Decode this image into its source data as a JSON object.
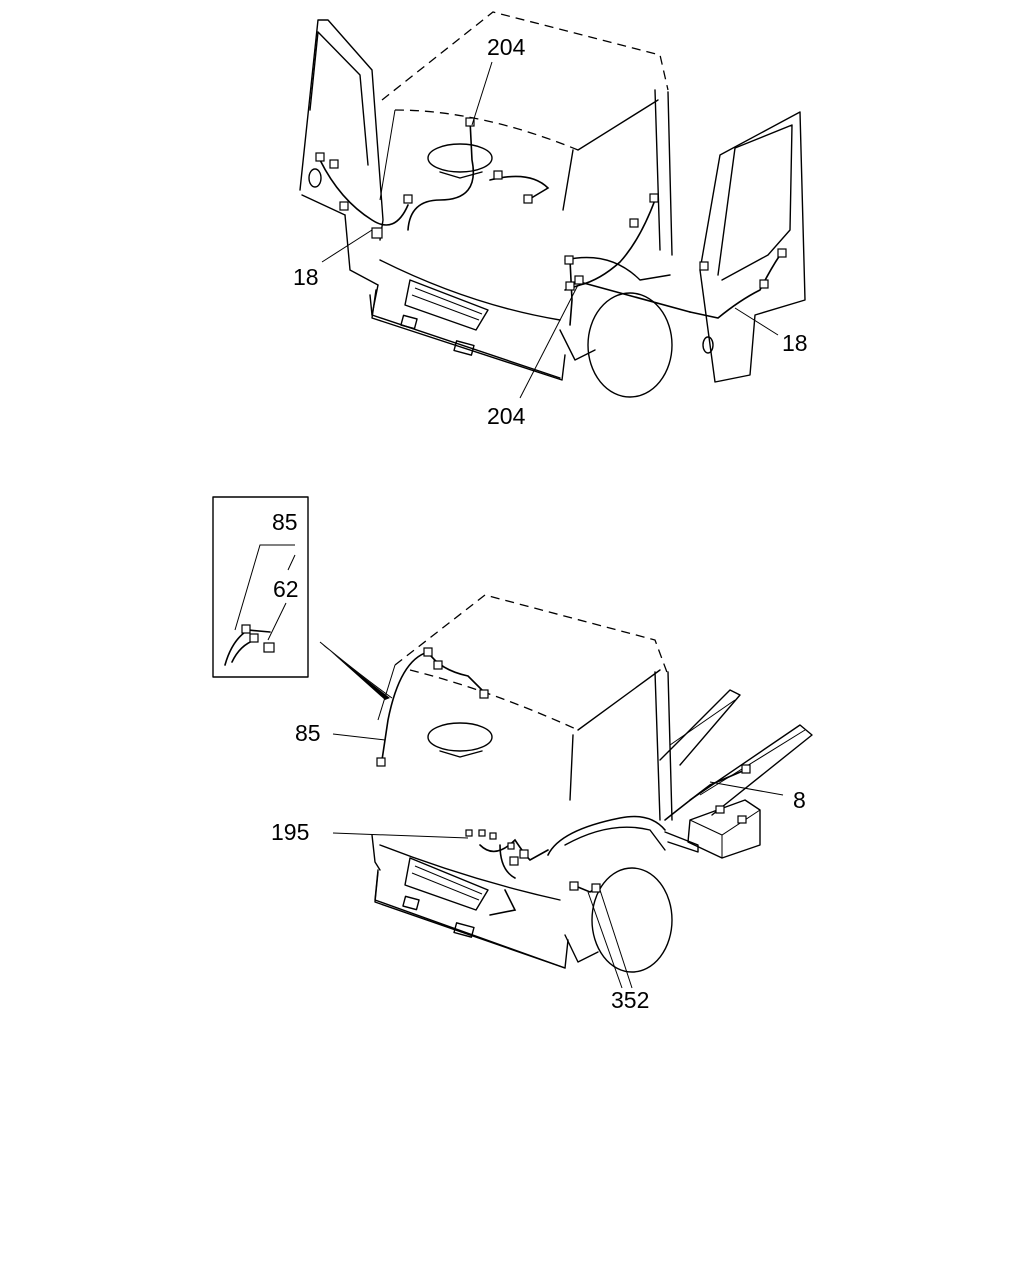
{
  "top_view": {
    "callouts": {
      "harness_upper": "204",
      "harness_lower": "204",
      "door_left": "18",
      "door_right": "18"
    }
  },
  "bottom_view": {
    "callouts": {
      "inset_top": "85",
      "inset_bottom": "62",
      "pillar_harness": "85",
      "engine_harness": "195",
      "chassis_harness": "8",
      "fender_harness": "352"
    }
  }
}
